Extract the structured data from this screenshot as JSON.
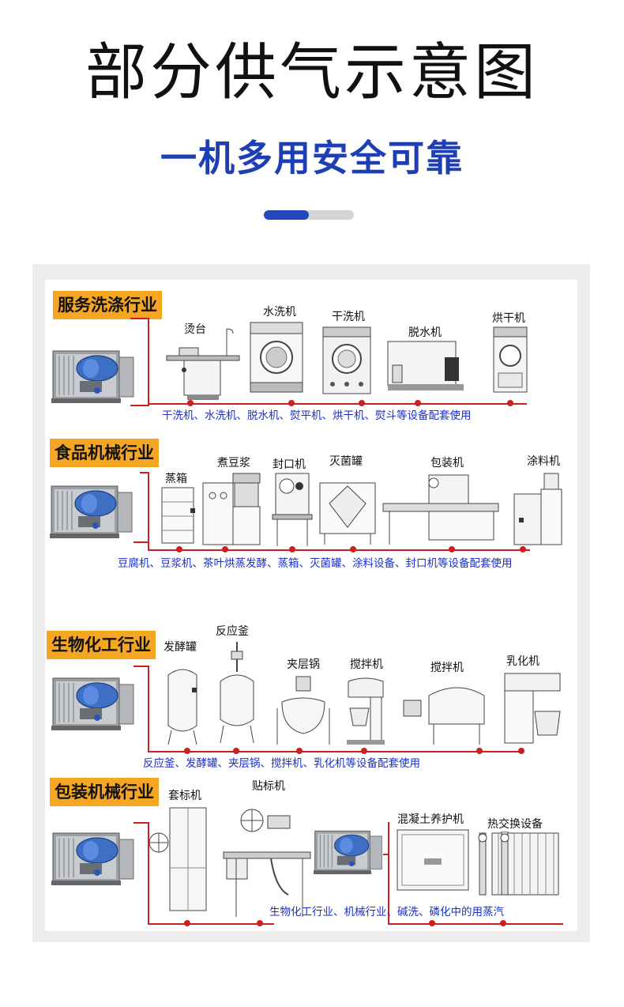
{
  "header": {
    "title": "部分供气示意图",
    "subtitle": "一机多用安全可靠",
    "progress_fraction": 0.5
  },
  "colors": {
    "accent_blue": "#1d3fb3",
    "badge_orange": "#f5a623",
    "pipe_red": "#cc1f1f",
    "caption_blue": "#1a2fc9"
  },
  "sections": [
    {
      "badge": "服务洗涤行业",
      "machines": [
        "烫台",
        "水洗机",
        "干洗机",
        "脱水机",
        "烘干机"
      ],
      "caption": "干洗机、水洗机、脱水机、熨平机、烘干机、熨斗等设备配套使用"
    },
    {
      "badge": "食品机械行业",
      "machines": [
        "蒸箱",
        "煮豆浆",
        "封口机",
        "灭菌罐",
        "包装机",
        "涂料机"
      ],
      "caption": "豆腐机、豆浆机、茶叶烘蒸发酵、蒸箱、灭菌罐、涂料设备、封口机等设备配套使用"
    },
    {
      "badge": "生物化工行业",
      "machines": [
        "发酵罐",
        "反应釜",
        "夹层锅",
        "搅拌机",
        "搅拌机",
        "乳化机"
      ],
      "caption": "反应釜、发酵罐、夹层锅、搅拌机、乳化机等设备配套使用"
    },
    {
      "badge": "包装机械行业",
      "machines": [
        "套标机",
        "贴标机",
        "混凝土养护机",
        "热交换设备"
      ],
      "caption": "生物化工行业、机械行业、碱洗、磷化中的用蒸汽"
    }
  ]
}
